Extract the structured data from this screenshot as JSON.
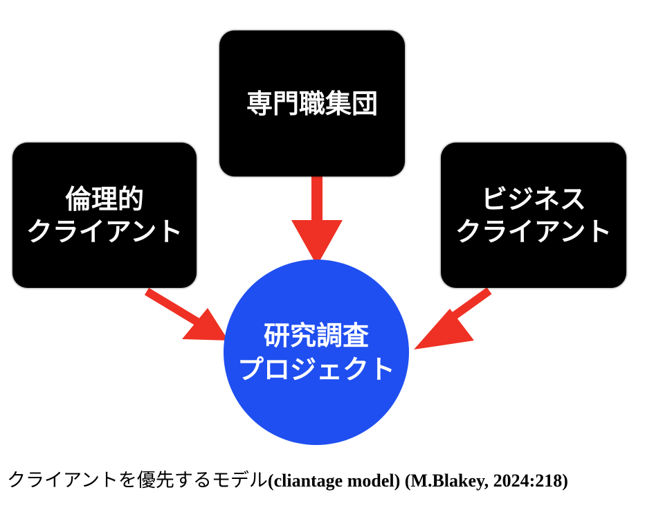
{
  "diagram": {
    "nodes": {
      "top": {
        "lines": [
          "専門職集団"
        ]
      },
      "left": {
        "lines": [
          "倫理的",
          "クライアント"
        ]
      },
      "right": {
        "lines": [
          "ビジネス",
          "クライアント"
        ]
      },
      "center": {
        "lines": [
          "研究調査",
          "プロジェクト"
        ]
      }
    },
    "colors": {
      "node_fill": "#000000",
      "node_text": "#ffffff",
      "center_fill": "#1f4ff0",
      "arrow": "#ee3124"
    },
    "edges": [
      {
        "from": "top",
        "to": "center"
      },
      {
        "from": "left",
        "to": "center"
      },
      {
        "from": "right",
        "to": "center"
      }
    ]
  },
  "caption": {
    "jp": "クライアントを優先するモデル",
    "en": "(cliantage model) (M.Blakey, 2024:218)"
  }
}
